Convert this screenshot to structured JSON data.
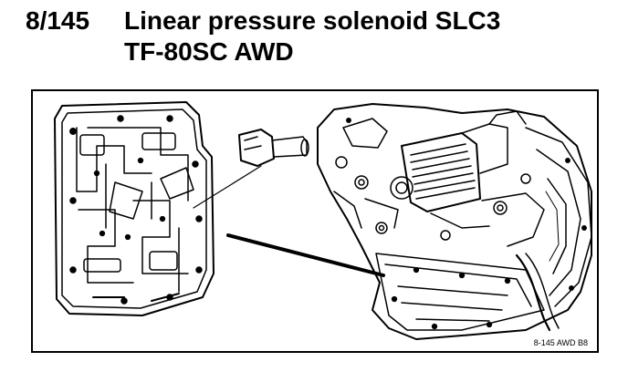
{
  "header": {
    "number": "8/145",
    "title_line1": "Linear pressure solenoid SLC3",
    "title_line2": "TF-80SC AWD"
  },
  "figure": {
    "code": "8-145 AWD B8"
  }
}
